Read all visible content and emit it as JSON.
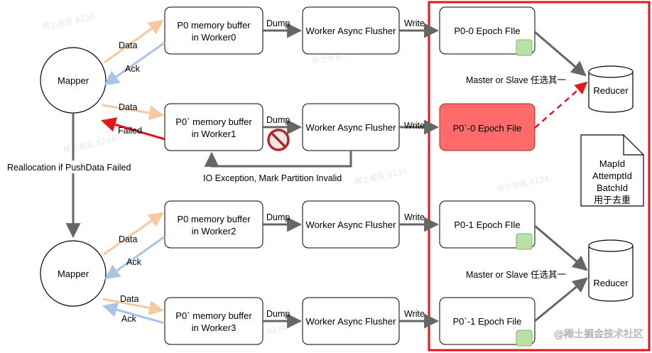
{
  "colors": {
    "data_arrow": "#f6c9a0",
    "ack_arrow": "#a9c4e6",
    "failed_arrow": "#e5151b",
    "epoch_file_failed_fill": "#ff6b6b",
    "epoch_file_failed_stroke": "#b82525",
    "marker_green": "#b9e0a5",
    "grey_arrow": "#666666",
    "red_frame": "#e5151b",
    "dashed_arrow": "#e5151b"
  },
  "mappers": {
    "top": "Mapper",
    "bottom": "Mapper"
  },
  "buffers": {
    "b0": [
      "P0 memory buffer",
      "in Worker0"
    ],
    "b1": [
      "P0` memory buffer",
      "in Worker1"
    ],
    "b2": [
      "P0 memory buffer",
      "in Worker2"
    ],
    "b3": [
      "P0` memory buffer",
      "in Worker3"
    ]
  },
  "flusher_label": "Worker Async Flusher",
  "files": {
    "f0": "P0-0 Epoch FIle",
    "f1": "P0`-0 Epoch File",
    "f2": "P0-1 Epoch FIle",
    "f3": "P0`-1 Epoch File"
  },
  "reducers": {
    "top": "Reducer",
    "bottom": "Reducer"
  },
  "edge_labels": {
    "data": "Data",
    "ack": "Ack",
    "failed": "Failed",
    "dump": "Dump",
    "write": "Write",
    "realloc": "Reallocation if PushData Failed",
    "io_exception": "IO Exception, Mark Partition Invalid",
    "master_slave": "Master or Slave 任选其一"
  },
  "note_lines": [
    "MapId",
    "AttemptId",
    "BatchId",
    "用于去重"
  ],
  "watermark": "@稀土掘金技术社区",
  "icons": {
    "forbidden": "prohibited-icon",
    "note": "document-note-icon"
  }
}
